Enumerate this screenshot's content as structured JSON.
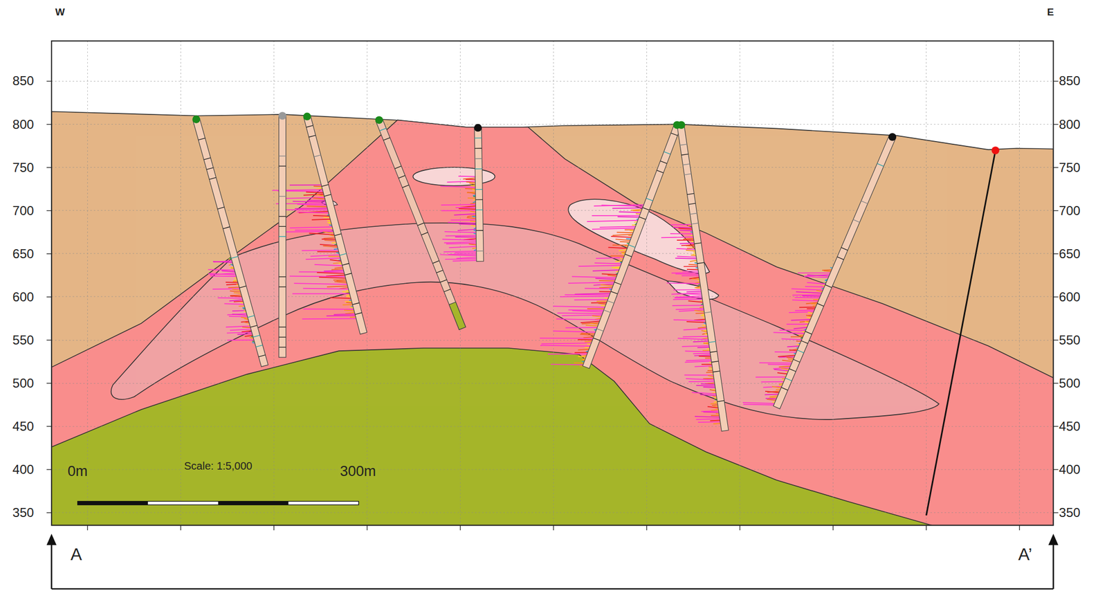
{
  "diagram": {
    "labels": [
      "W",
      "E",
      "850",
      "800",
      "750",
      "700",
      "650",
      "600",
      "550",
      "500",
      "450",
      "400",
      "350",
      "850",
      "800",
      "750",
      "700",
      "650",
      "600",
      "550",
      "500",
      "450",
      "400",
      "350",
      "Scale: 1:5,000",
      "0m",
      "300m",
      "A",
      "A’"
    ]
  }
}
